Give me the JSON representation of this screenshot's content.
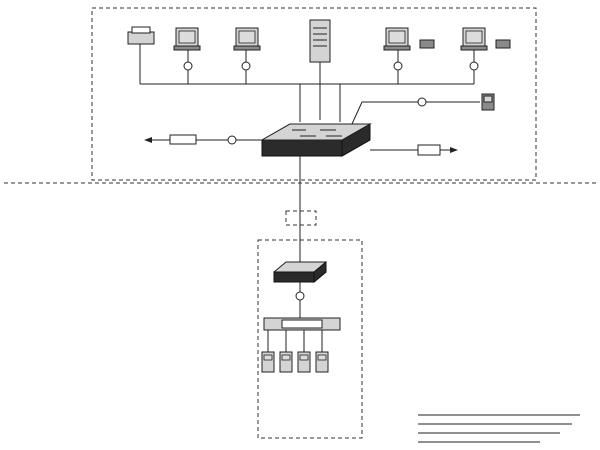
{
  "diagram": {
    "nodes": [
      {
        "key": "printer",
        "icon": "printer-icon"
      },
      {
        "key": "pc-1",
        "icon": "computer-icon"
      },
      {
        "key": "pc-2",
        "icon": "computer-icon"
      },
      {
        "key": "server",
        "icon": "server-icon"
      },
      {
        "key": "pc-3",
        "icon": "computer-icon"
      },
      {
        "key": "pc-4",
        "icon": "computer-icon"
      },
      {
        "key": "kiosk",
        "icon": "kiosk-icon"
      },
      {
        "key": "core-switch",
        "icon": "switch-icon"
      },
      {
        "key": "modem",
        "icon": "modem-icon"
      },
      {
        "key": "station-switch",
        "icon": "switch-icon"
      },
      {
        "key": "plaza-switch",
        "icon": "switch-icon"
      },
      {
        "key": "lane-1",
        "icon": "lane-terminal-icon"
      },
      {
        "key": "lane-2",
        "icon": "lane-terminal-icon"
      },
      {
        "key": "lane-3",
        "icon": "lane-terminal-icon"
      },
      {
        "key": "lane-4",
        "icon": "lane-terminal-icon"
      }
    ],
    "regions": [
      {
        "key": "center-zone"
      },
      {
        "key": "station-zone"
      }
    ],
    "notes_lines": 4
  }
}
